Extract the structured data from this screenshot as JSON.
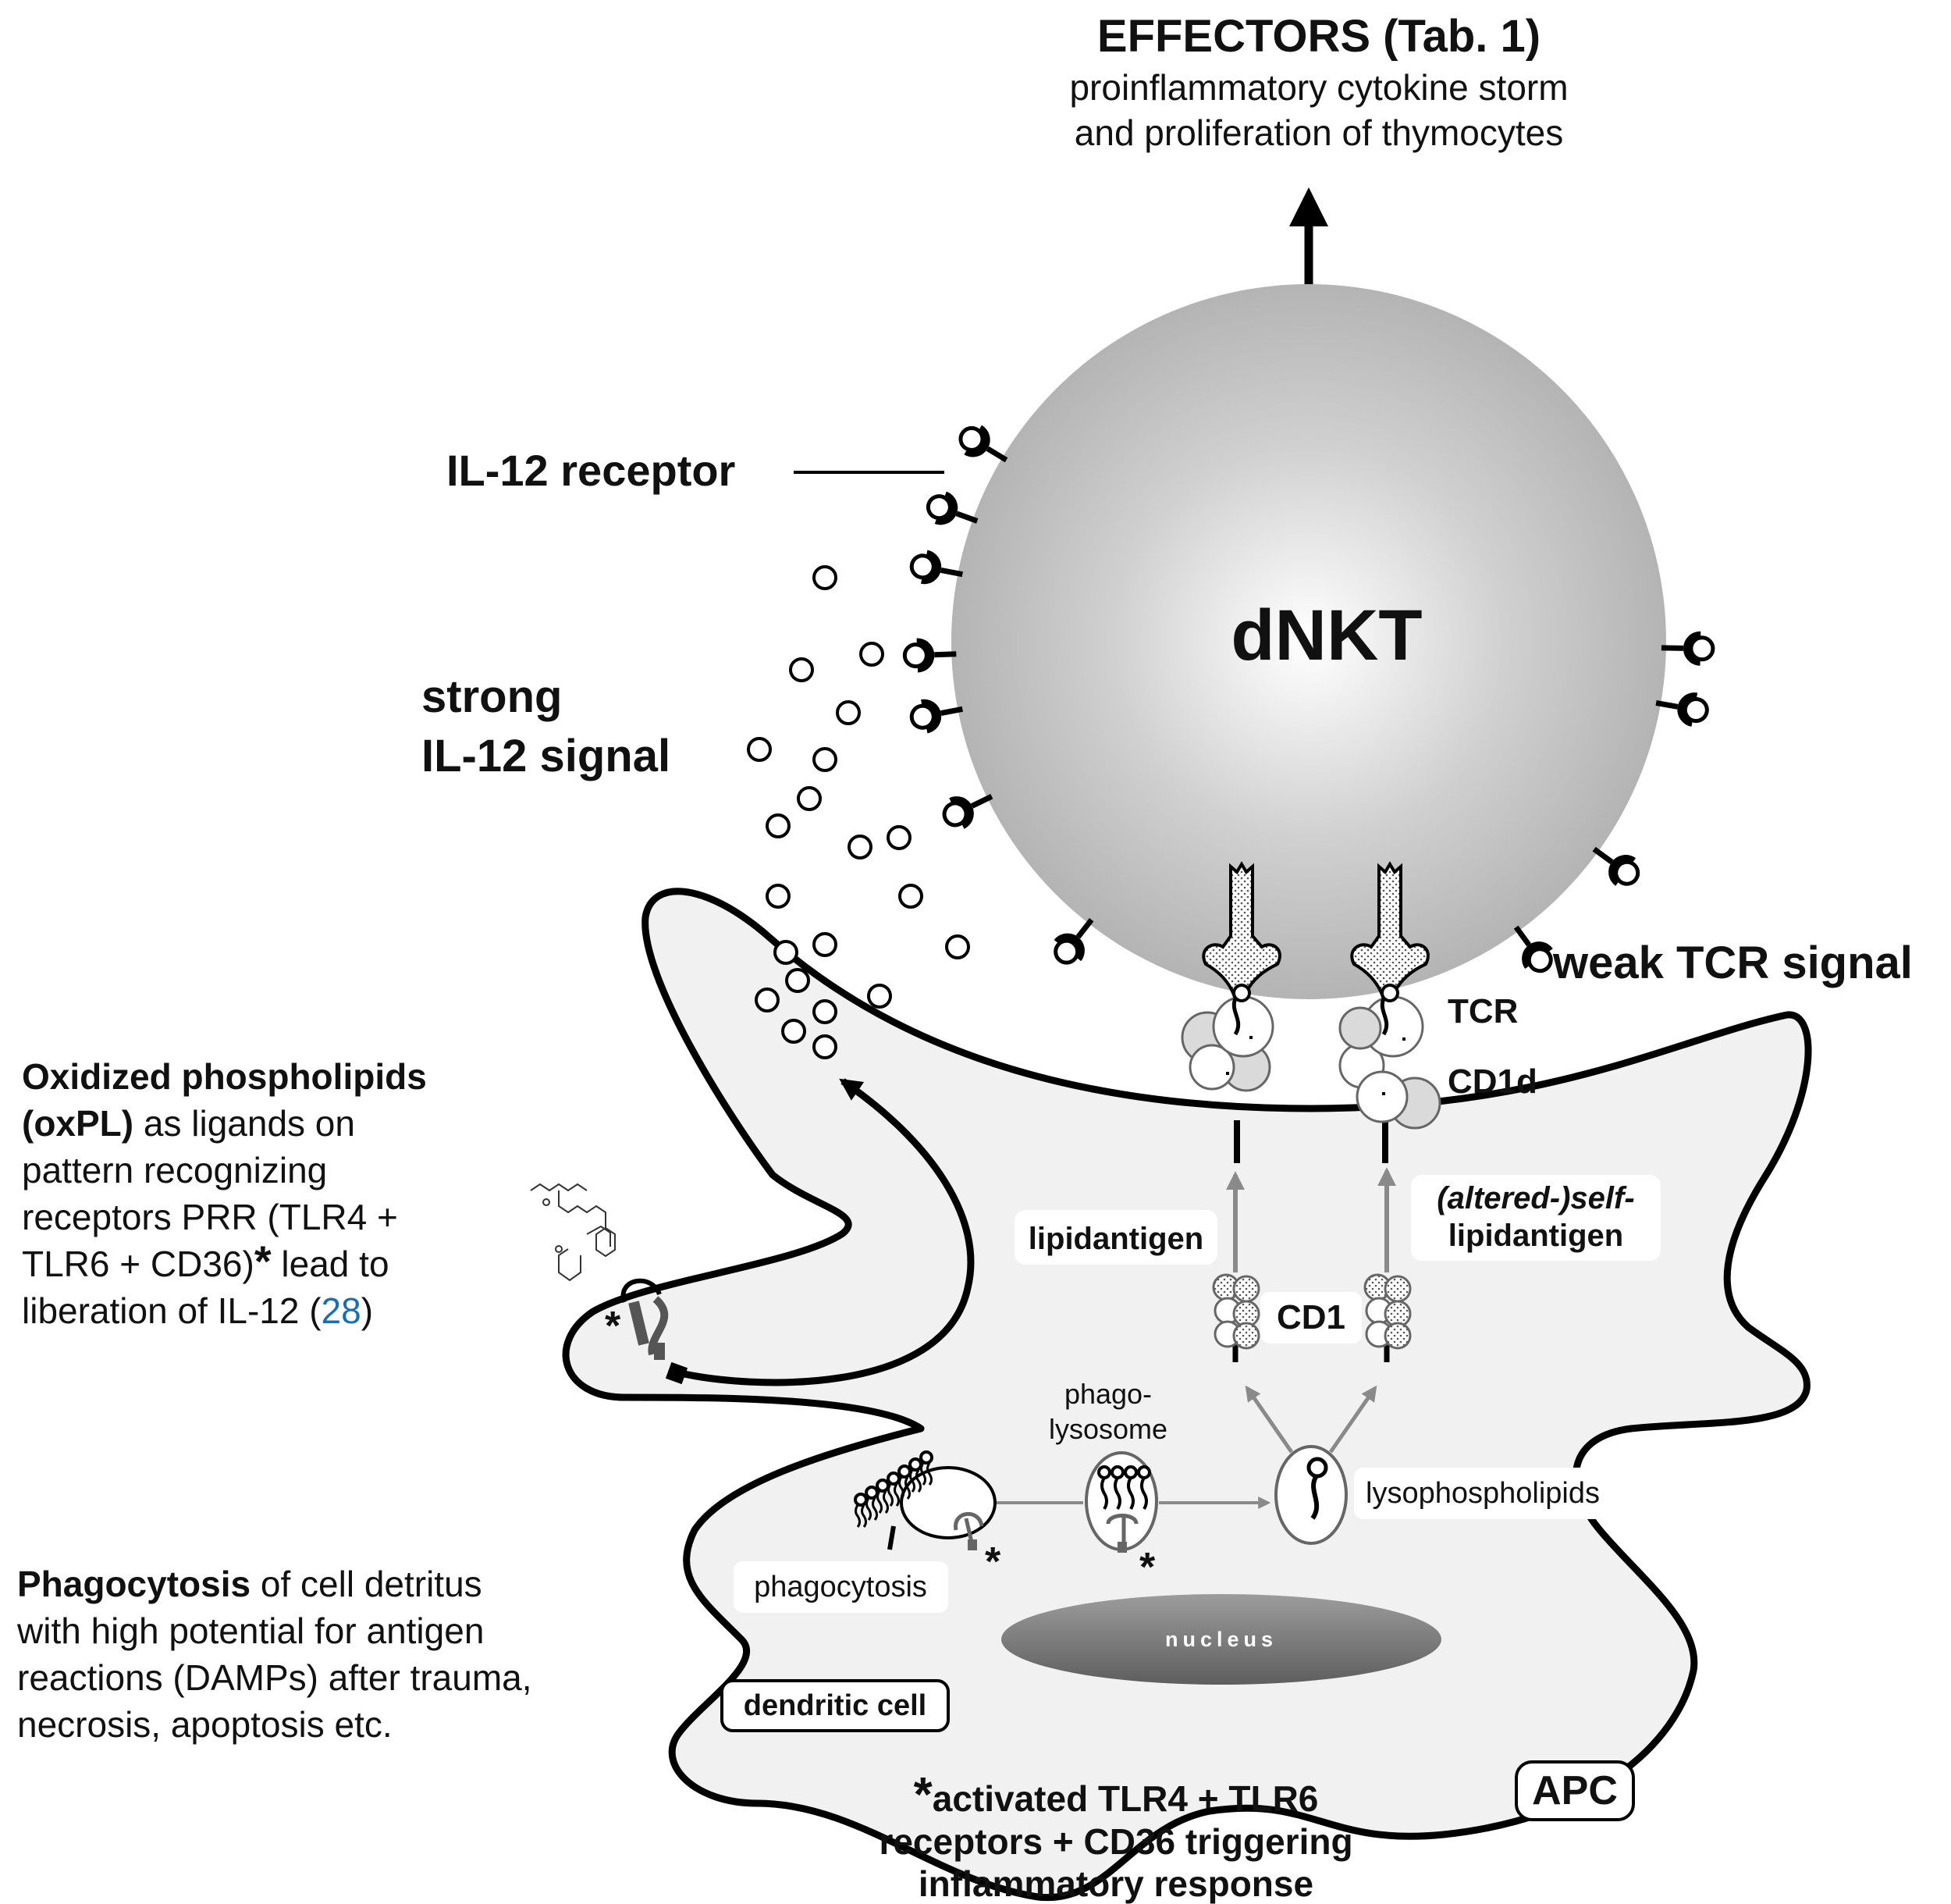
{
  "effectors": {
    "title": "EFFECTORS (Tab. 1)",
    "line1": "proinflammatory cytokine storm",
    "line2": "and proliferation of thymocytes"
  },
  "cells": {
    "nkt": "dNKT",
    "apc": "APC",
    "dendritic": "dendritic cell",
    "nucleus": "nucleus"
  },
  "labels": {
    "il12_receptor": "IL-12 receptor",
    "strong_line1": "strong",
    "strong_line2": "IL-12 signal",
    "weak_tcr": "weak TCR signal",
    "tcr": "TCR",
    "cd1d": "CD1d",
    "cd1": "CD1",
    "lipidantigen": "lipidantigen",
    "altered_line1": "(altered-)self-",
    "altered_line2": "lipidantigen",
    "phago_line1": "phago-",
    "phago_line2": "lysosome",
    "lysophospholipids": "lysophospholipids",
    "phagocytosis": "phagocytosis",
    "asterisk": "*"
  },
  "oxpl": {
    "l1_bold": "Oxidized phospholipids",
    "l2_bold": "(oxPL)",
    "l2_rest": " as ligands on",
    "l3": "pattern recognizing",
    "l4": "receptors PRR (TLR4 +",
    "l5_a": "TLR6 + CD36)",
    "l5_star": "*",
    "l5_b": "  lead to",
    "l6_a": "liberation of IL-12 (",
    "l6_ref": "28",
    "l6_b": ")"
  },
  "phago_text": {
    "l1_bold": "Phagocytosis",
    "l1_rest": " of cell detritus",
    "l2": "with high potential for antigen",
    "l3": "reactions (DAMPs) after trauma,",
    "l4": "necrosis, apoptosis etc."
  },
  "footnote": {
    "star": "*",
    "l1": "activated TLR4 + TLR6",
    "l2": "receptors + CD36 triggering",
    "l3": "inflammatory response"
  },
  "colors": {
    "ref_link": "#1a6fb0",
    "apc_fill": "#f1f1f1",
    "arrow_gray": "#8a8a8a"
  }
}
